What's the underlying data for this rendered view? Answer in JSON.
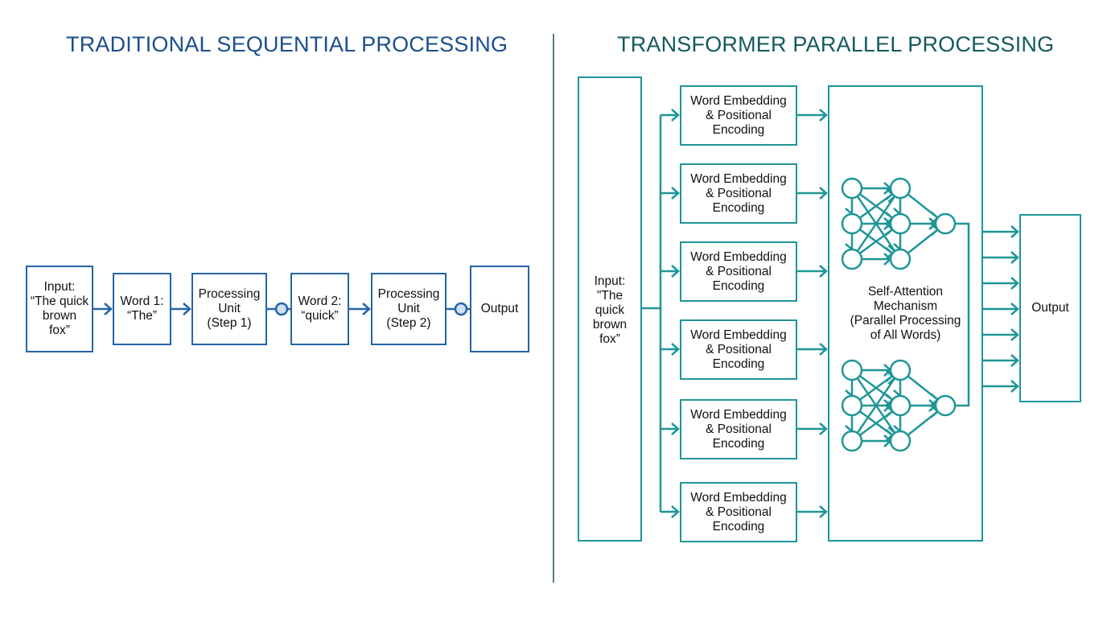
{
  "left": {
    "title": "TRADITIONAL SEQUENTIAL PROCESSING",
    "color": "#2464a8",
    "boxes": [
      {
        "label": "Input:\n“The quick\nbrown\nfox”"
      },
      {
        "label": "Word 1:\n“The”"
      },
      {
        "label": "Processing\nUnit\n(Step 1)"
      },
      {
        "label": "Word 2:\n“quick”"
      },
      {
        "label": "Processing\nUnit\n(Step 2)"
      },
      {
        "label": "Output"
      }
    ]
  },
  "right": {
    "title": "TRANSFORMER PARALLEL PROCESSING",
    "color": "#1f9697",
    "input_label": "Input:\n\"The\nquick\nbrown\nfox”",
    "embedding_boxes": [
      {
        "label": "Word Embedding\n& Positional\nEncoding"
      },
      {
        "label": "Word Embedding\n& Positional\nEncoding"
      },
      {
        "label": "Word Embedding\n& Positional\nEncoding"
      },
      {
        "label": "Word Embedding\n& Positional\nEncoding"
      },
      {
        "label": "Word Embedding\n& Positional\nEncoding"
      },
      {
        "label": "Word Embedding\n& Positional\nEncoding"
      }
    ],
    "attention_label": "Self-Attention\nMechanism\n(Parallel Processing\nof All Words)",
    "output_label": "Output",
    "output_arrow_count": 7
  }
}
